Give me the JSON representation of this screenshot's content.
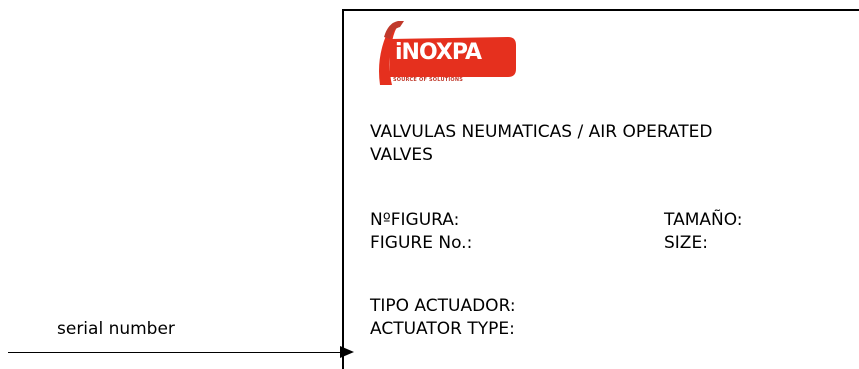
{
  "logo": {
    "brand": "iNOXPA",
    "tagline": "SOURCE OF SOLUTIONS",
    "brand_color": "#e5301e"
  },
  "plate": {
    "title_line1": "VALVULAS NEUMATICAS / AIR OPERATED",
    "title_line2": "VALVES",
    "figure_es": "NºFIGURA:",
    "figure_en": "FIGURE No.:",
    "size_es": "TAMAÑO:",
    "size_en": "SIZE:",
    "actuator_es": "TIPO ACTUADOR:",
    "actuator_en": "ACTUATOR TYPE:"
  },
  "annotation": {
    "label": "serial number"
  }
}
